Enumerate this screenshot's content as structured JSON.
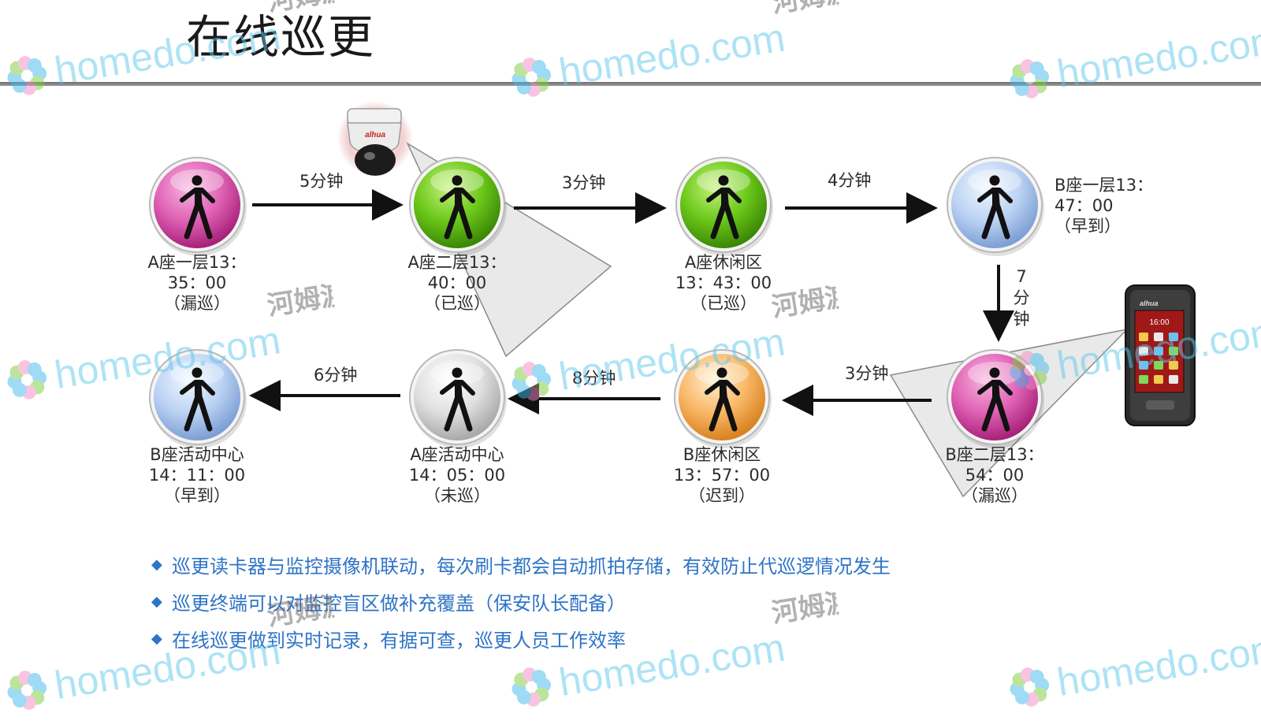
{
  "title": "在线巡更",
  "colors": {
    "pink": "#d5459e",
    "green": "#5cb50c",
    "blue": "#a9c6ee",
    "gray": "#d4d4d4",
    "orange": "#f6a94f",
    "arrow": "#111111",
    "bullet_text": "#2e74c6",
    "rule": "#7d7d7d",
    "watermark_text": "#5ec8ec",
    "watermark_cn": "#666666"
  },
  "nodes": [
    {
      "id": "a1",
      "color": "pink",
      "icon": "walking-person-icon",
      "lines": [
        "A座一层13：",
        "35：00",
        "（漏巡）"
      ]
    },
    {
      "id": "a2",
      "color": "green",
      "icon": "walking-person-icon",
      "lines": [
        "A座二层13：",
        "40：00",
        "（已巡）"
      ]
    },
    {
      "id": "a-rest",
      "color": "green",
      "icon": "walking-person-icon",
      "lines": [
        "A座休闲区",
        "13：43：00",
        "（已巡）"
      ]
    },
    {
      "id": "b1",
      "color": "blue",
      "icon": "walking-person-icon",
      "lines": [
        "B座一层13：",
        "47：00",
        "（早到）"
      ]
    },
    {
      "id": "b2",
      "color": "pink",
      "icon": "walking-person-icon",
      "lines": [
        "B座二层13：",
        "54：00",
        "（漏巡）"
      ]
    },
    {
      "id": "b-rest",
      "color": "orange",
      "icon": "walking-person-icon",
      "lines": [
        "B座休闲区",
        "13：57：00",
        "（迟到）"
      ]
    },
    {
      "id": "a-act",
      "color": "gray",
      "icon": "walking-person-icon",
      "lines": [
        "A座活动中心",
        "14：05：00",
        "（未巡）"
      ]
    },
    {
      "id": "b-act",
      "color": "blue",
      "icon": "walking-person-icon",
      "lines": [
        "B座活动中心",
        "14：11：00",
        "（早到）"
      ]
    }
  ],
  "edges": [
    {
      "from": "a1",
      "to": "a2",
      "label": "5分钟"
    },
    {
      "from": "a2",
      "to": "a-rest",
      "label": "3分钟"
    },
    {
      "from": "a-rest",
      "to": "b1",
      "label": "4分钟"
    },
    {
      "from": "b1",
      "to": "b2",
      "label": "7分钟"
    },
    {
      "from": "b2",
      "to": "b-rest",
      "label": "3分钟"
    },
    {
      "from": "b-rest",
      "to": "a-act",
      "label": "8分钟"
    },
    {
      "from": "a-act",
      "to": "b-act",
      "label": "6分钟"
    }
  ],
  "devices": {
    "camera_icon": "dome-camera-icon",
    "camera_brand": "alhua",
    "terminal_icon": "patrol-terminal-icon",
    "terminal_brand": "alhua",
    "terminal_time": "16:00"
  },
  "bullets": [
    "巡更读卡器与监控摄像机联动，每次刷卡都会自动抓拍存储，有效防止代巡逻情况发生",
    "巡更终端可以对监控盲区做补充覆盖（保安队长配备）",
    "在线巡更做到实时记录，有据可查，巡更人员工作效率"
  ],
  "bullet_icon": "diamond-icon",
  "watermark": {
    "text": "homedo.com",
    "cn": "河姆渡"
  }
}
